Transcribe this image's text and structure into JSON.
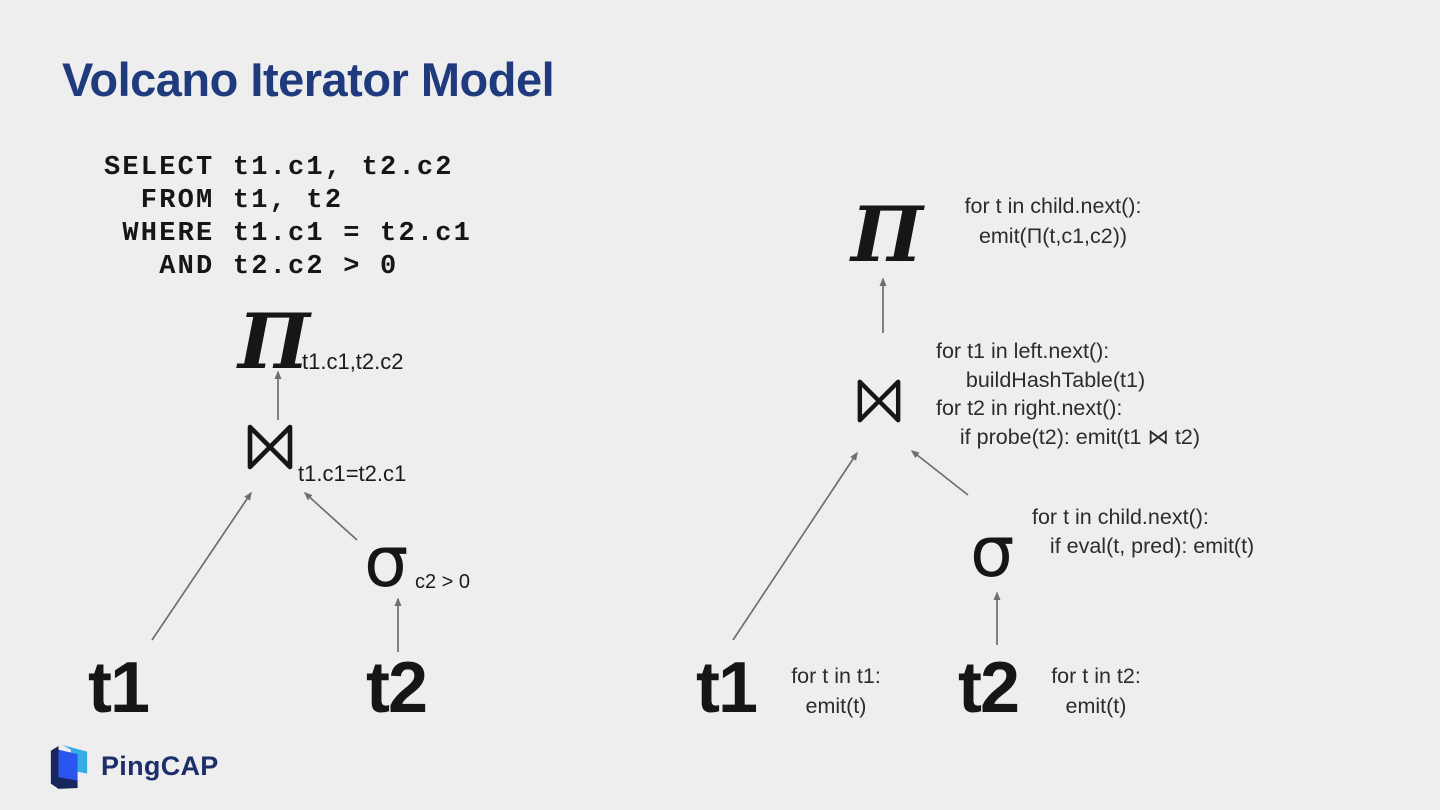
{
  "title": "Volcano Iterator Model",
  "sql": {
    "query": "SELECT t1.c1, t2.c2\n  FROM t1, t2\n WHERE t1.c1 = t2.c1\n   AND t2.c2 > 0"
  },
  "plan_tree": {
    "projection_symbol": "Π",
    "projection_subscript": "t1.c1,t2.c2",
    "join_symbol": "⋈",
    "join_subscript": "t1.c1=t2.c1",
    "selection_symbol": "σ",
    "selection_subscript": "c2 > 0",
    "table_left": "t1",
    "table_right": "t2"
  },
  "iterator_tree": {
    "projection_symbol": "Π",
    "projection_code": "for t in child.next():\nemit(Π(t,c1,c2))",
    "join_symbol": "⋈",
    "join_code": "for t1 in left.next():\n     buildHashTable(t1)\nfor t2 in right.next():\n    if probe(t2): emit(t1 ⋈ t2)",
    "selection_symbol": "σ",
    "selection_code": "for t in child.next():\n   if eval(t, pred): emit(t)",
    "table_left": "t1",
    "table_left_code": "for t in t1:\nemit(t)",
    "table_right": "t2",
    "table_right_code": "for t in t2:\nemit(t)"
  },
  "logo": {
    "wordmark": "PingCAP",
    "icon": "pingcap-flag-icon"
  },
  "colors": {
    "background": "#eeeeee",
    "title": "#203a7e",
    "symbol": "#161616",
    "annotation_text": "#2c2c2c",
    "arrow": "#6e6e6e",
    "logo_navy": "#17265c",
    "logo_blue": "#2b55f0",
    "logo_cyan": "#35ace4"
  }
}
